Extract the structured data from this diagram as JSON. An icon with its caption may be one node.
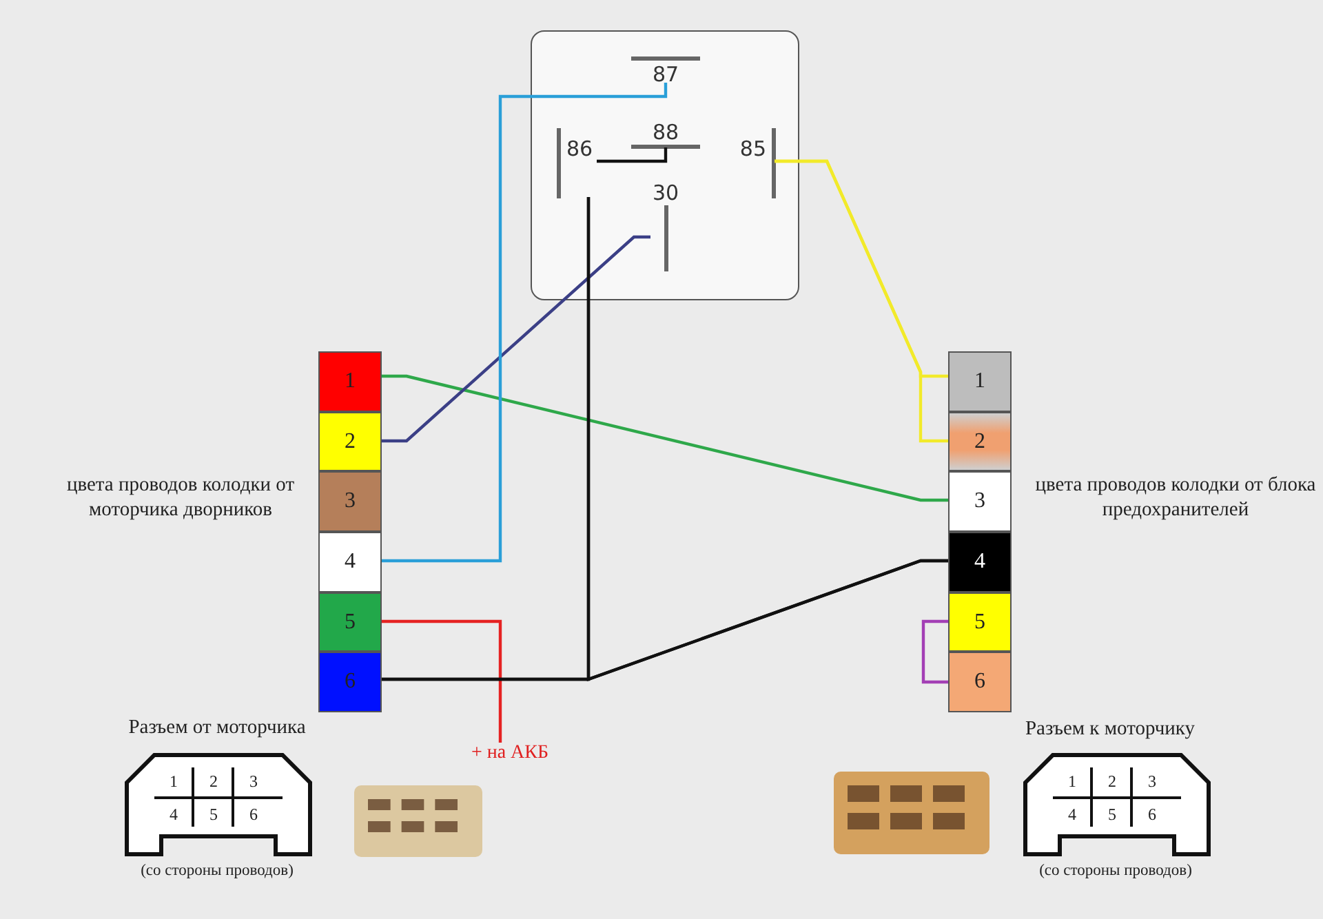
{
  "diagram": {
    "nodes": [
      {
        "text": [],
        "shape": "box"
      },
      {
        "text": [
          "87"
        ],
        "in": 0
      },
      {
        "text": [
          "86"
        ],
        "in": 0
      },
      {
        "text": [
          "88"
        ],
        "in": 0
      },
      {
        "text": [
          "85"
        ],
        "in": 0
      },
      {
        "text": [
          "30"
        ],
        "in": 0
      },
      {
        "text": [
          "1"
        ]
      },
      {
        "text": [
          "2"
        ]
      },
      {
        "text": [
          "3"
        ]
      },
      {
        "text": [
          "4"
        ]
      },
      {
        "text": [
          "5"
        ]
      },
      {
        "text": [
          "6"
        ]
      },
      {
        "text": [
          "1"
        ]
      },
      {
        "text": [
          "2"
        ]
      },
      {
        "text": [
          "3"
        ]
      },
      {
        "text": [
          "4"
        ]
      },
      {
        "text": [
          "5"
        ]
      },
      {
        "text": [
          "6"
        ]
      },
      {
        "text": [
          "+ на АКБ"
        ]
      }
    ],
    "edges": [
      {
        "from": 6,
        "to": 14,
        "arrow": "none",
        "color": "#2ea84a"
      },
      {
        "from": 7,
        "to": 5,
        "arrow": "none",
        "color": "#3b3f86"
      },
      {
        "from": 9,
        "to": 1,
        "arrow": "none",
        "color": "#2a9fd8"
      },
      {
        "from": 10,
        "to": 18,
        "arrow": "none",
        "color": "#e52222"
      },
      {
        "from": 11,
        "to": 15,
        "arrow": "none"
      },
      {
        "from": 2,
        "to": 11,
        "arrow": "none"
      },
      {
        "from": 2,
        "to": 15,
        "arrow": "none"
      },
      {
        "from": 3,
        "to": 2,
        "arrow": "none"
      },
      {
        "from": 4,
        "to": 12,
        "arrow": "none",
        "color": "#f2ea2a"
      },
      {
        "from": 4,
        "to": 13,
        "arrow": "none",
        "color": "#f2ea2a"
      },
      {
        "from": 16,
        "to": 17,
        "arrow": "none",
        "color": "#a33fb5"
      }
    ],
    "labels": [
      "цвета проводов колодки от моторчика дворников",
      "цвета проводов колодки от блока предохранителей",
      "Разъем от моторчика",
      "Разъем к моторчику",
      "1",
      "2",
      "3",
      "4",
      "5",
      "6",
      "1",
      "2",
      "3",
      "4",
      "5",
      "6",
      "(со стороны проводов)",
      "(со стороны проводов)"
    ]
  }
}
